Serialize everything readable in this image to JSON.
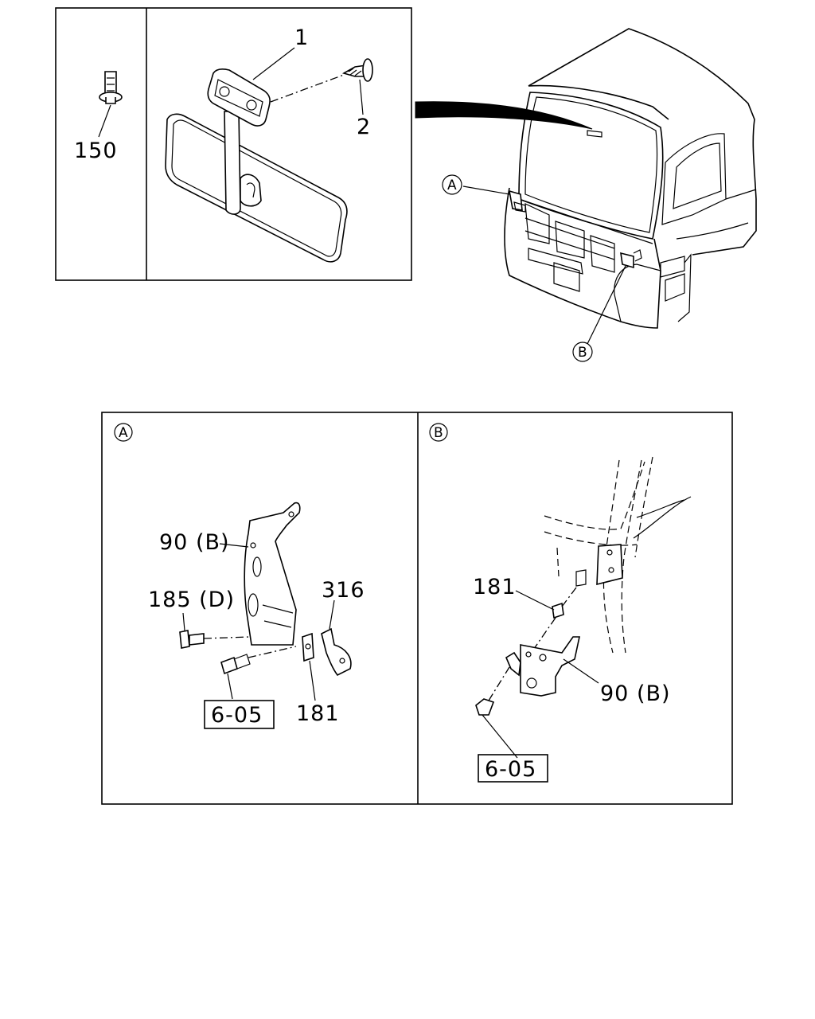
{
  "labels": {
    "part_150": "150",
    "part_1": "1",
    "part_2": "2",
    "detail_a_marker": "A",
    "detail_b_marker": "B",
    "panel_a_title": "A",
    "panel_b_title": "B",
    "a_90b": "90 (B)",
    "a_185d": "185 (D)",
    "a_316": "316",
    "a_181": "181",
    "a_ref": "6-05",
    "b_181": "181",
    "b_90b": "90 (B)",
    "b_ref": "6-05"
  }
}
